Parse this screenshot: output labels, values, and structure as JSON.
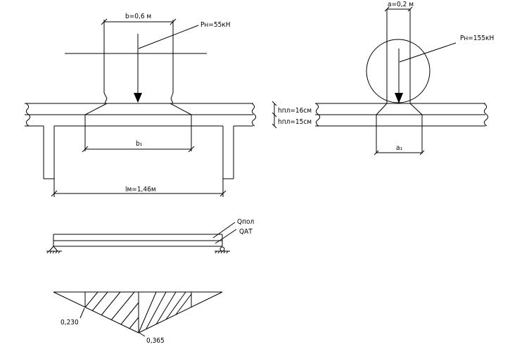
{
  "drawing": {
    "left_view": {
      "dim_b": "b=0,6 м",
      "load_label": "Pн=55кН",
      "dim_b1": "b₁",
      "dim_lm": "lм=1,46м",
      "slab_thickness_top": "hпл=16см",
      "slab_thickness_bottom": "hпл=15см"
    },
    "right_view": {
      "dim_a": "a=0,2 м",
      "load_label": "Pн=155кН",
      "dim_a1": "a₁"
    },
    "beam_scheme": {
      "load_upper": "Qпол",
      "load_lower": "QАТ"
    },
    "influence_line": {
      "value_left": "0,230",
      "value_center": "0,365"
    }
  }
}
